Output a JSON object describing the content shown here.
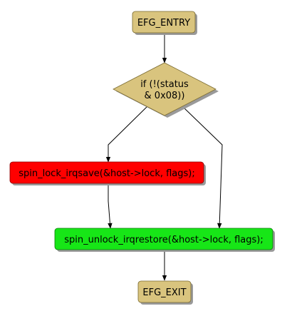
{
  "colors": {
    "terminal": "#d9c47e",
    "decision": "#d9c47e",
    "lock": "#ff0000",
    "unlock": "#17e617",
    "shadow": "#9a9a9a",
    "edge": "#000000"
  },
  "nodes": {
    "entry": {
      "label": "EFG_ENTRY",
      "shape": "rounded-rect"
    },
    "condition": {
      "label_lines": [
        "if (!(status",
        "& 0x08))"
      ],
      "shape": "diamond"
    },
    "lock": {
      "label": "spin_lock_irqsave(&host->lock, flags);",
      "shape": "rounded-rect"
    },
    "unlock": {
      "label": "spin_unlock_irqrestore(&host->lock, flags);",
      "shape": "rounded-rect"
    },
    "exit": {
      "label": "EFG_EXIT",
      "shape": "rounded-rect"
    }
  },
  "edges": [
    {
      "from": "entry",
      "to": "condition"
    },
    {
      "from": "condition",
      "to": "lock"
    },
    {
      "from": "condition",
      "to": "unlock"
    },
    {
      "from": "lock",
      "to": "unlock"
    },
    {
      "from": "unlock",
      "to": "exit"
    }
  ]
}
